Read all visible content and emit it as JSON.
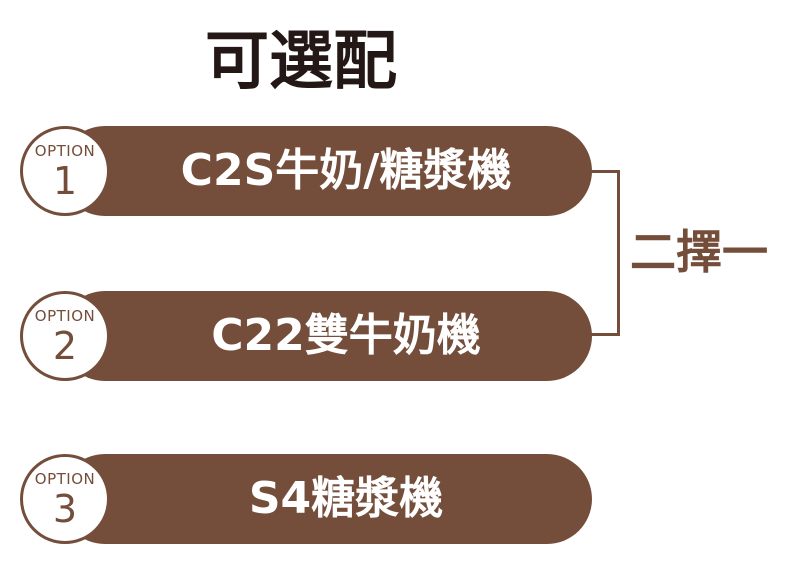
{
  "title": "可選配",
  "options": [
    {
      "badge_word": "OPTION",
      "number": "1",
      "label": "C2S牛奶/糖漿機"
    },
    {
      "badge_word": "OPTION",
      "number": "2",
      "label": "C22雙牛奶機"
    },
    {
      "badge_word": "OPTION",
      "number": "3",
      "label": "S4糖漿機"
    }
  ],
  "choose_label": "二擇一",
  "colors": {
    "brand_brown": "#744e3b",
    "title_text": "#231815",
    "pill_text": "#ffffff"
  }
}
